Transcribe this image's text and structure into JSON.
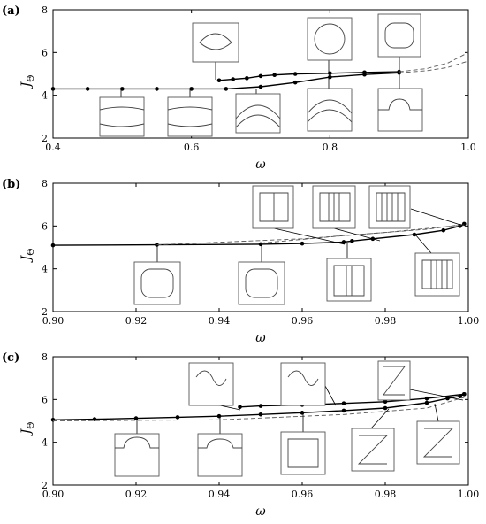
{
  "chart_data": [
    {
      "type": "line",
      "panel": "(a)",
      "xlabel": "ω",
      "ylabel": "J",
      "ylabel_sub": "Θ",
      "xlim": [
        0.4,
        1.0
      ],
      "ylim": [
        2,
        8
      ],
      "xticks": [
        0.4,
        0.6,
        0.8,
        1.0
      ],
      "xtick_labels": [
        "0.4",
        "0.6",
        "0.8",
        "1.0"
      ],
      "yticks": [
        2,
        4,
        6,
        8
      ],
      "ytick_labels": [
        "2",
        "4",
        "6",
        "8"
      ],
      "series": [
        {
          "style": "solid",
          "markers": true,
          "x": [
            0.4,
            0.45,
            0.5,
            0.55,
            0.6,
            0.65,
            0.7,
            0.75,
            0.8,
            0.85,
            0.9
          ],
          "y": [
            4.3,
            4.3,
            4.3,
            4.3,
            4.3,
            4.3,
            4.4,
            4.6,
            4.85,
            4.97,
            5.05
          ]
        },
        {
          "style": "solid",
          "markers": true,
          "x": [
            0.64,
            0.66,
            0.68,
            0.7,
            0.72,
            0.75,
            0.8,
            0.85,
            0.9
          ],
          "y": [
            4.7,
            4.75,
            4.8,
            4.9,
            4.95,
            5.0,
            5.03,
            5.07,
            5.1
          ]
        },
        {
          "style": "dashed",
          "markers": false,
          "x": [
            0.9,
            0.94,
            0.97,
            1.0
          ],
          "y": [
            5.1,
            5.25,
            5.5,
            6.0
          ]
        },
        {
          "style": "dashed",
          "markers": false,
          "x": [
            0.9,
            0.94,
            0.97,
            1.0
          ],
          "y": [
            5.05,
            5.15,
            5.3,
            5.6
          ]
        }
      ]
    },
    {
      "type": "line",
      "panel": "(b)",
      "xlabel": "ω",
      "ylabel": "J",
      "ylabel_sub": "Θ",
      "xlim": [
        0.9,
        1.0
      ],
      "ylim": [
        2,
        8
      ],
      "xticks": [
        0.9,
        0.92,
        0.94,
        0.96,
        0.98,
        1.0
      ],
      "xtick_labels": [
        "0.90",
        "0.92",
        "0.94",
        "0.96",
        "0.98",
        "1.00"
      ],
      "yticks": [
        2,
        4,
        6,
        8
      ],
      "ytick_labels": [
        "2",
        "4",
        "6",
        "8"
      ],
      "series": [
        {
          "style": "solid",
          "markers": true,
          "x": [
            0.9,
            0.925,
            0.95,
            0.96,
            0.97,
            0.972,
            0.977,
            0.987,
            0.994,
            0.998,
            0.999
          ],
          "y": [
            5.1,
            5.12,
            5.15,
            5.18,
            5.25,
            5.3,
            5.4,
            5.6,
            5.8,
            6.0,
            6.1
          ]
        },
        {
          "style": "dashed",
          "markers": false,
          "x": [
            0.925,
            0.96,
            0.98,
            0.999
          ],
          "y": [
            5.12,
            5.4,
            5.7,
            6.05
          ]
        },
        {
          "style": "dashed",
          "markers": false,
          "x": [
            0.95,
            0.97,
            0.99,
            0.999
          ],
          "y": [
            5.2,
            5.55,
            5.85,
            6.08
          ]
        }
      ]
    },
    {
      "type": "line",
      "panel": "(c)",
      "xlabel": "ω",
      "ylabel": "J",
      "ylabel_sub": "Θ",
      "xlim": [
        0.9,
        1.0
      ],
      "ylim": [
        2,
        8
      ],
      "xticks": [
        0.9,
        0.92,
        0.94,
        0.96,
        0.98,
        1.0
      ],
      "xtick_labels": [
        "0.90",
        "0.92",
        "0.94",
        "0.96",
        "0.98",
        "1.00"
      ],
      "yticks": [
        2,
        4,
        6,
        8
      ],
      "ytick_labels": [
        "2",
        "4",
        "6",
        "8"
      ],
      "series": [
        {
          "style": "solid",
          "markers": true,
          "x": [
            0.9,
            0.91,
            0.92,
            0.93,
            0.94,
            0.95,
            0.96,
            0.97,
            0.98,
            0.99,
            0.995,
            0.998,
            0.999
          ],
          "y": [
            5.05,
            5.08,
            5.12,
            5.17,
            5.22,
            5.3,
            5.38,
            5.48,
            5.6,
            5.85,
            6.05,
            6.15,
            6.25
          ]
        },
        {
          "style": "solid",
          "markers": true,
          "x": [
            0.945,
            0.95,
            0.96,
            0.97,
            0.98,
            0.99,
            0.999
          ],
          "y": [
            5.65,
            5.7,
            5.75,
            5.82,
            5.9,
            6.05,
            6.25
          ]
        },
        {
          "style": "dashed",
          "markers": false,
          "x": [
            0.9,
            0.94,
            0.97,
            0.99,
            0.999
          ],
          "y": [
            5.0,
            5.05,
            5.3,
            5.6,
            6.1
          ]
        }
      ]
    }
  ]
}
